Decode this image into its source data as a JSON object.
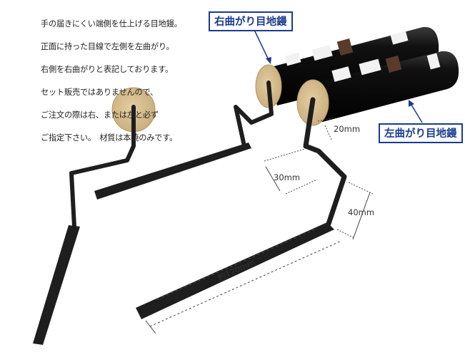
{
  "description": {
    "lines": [
      "手の届きにくい端側を仕上げる目地鏝。",
      "正面に持った目線で左側を左曲がり。",
      "右側を右曲がりと表記しております。",
      "セット販売ではありませんので、",
      "ご注文の際は右、または左と必ず",
      "ご指定下さい。　材質は本焼のみです。"
    ]
  },
  "labels": {
    "right_bend": "右曲がり目地鏝",
    "left_bend": "左曲がり目地鏝"
  },
  "dimensions": {
    "d20": "20mm",
    "d30": "30mm",
    "d40": "40mm",
    "d120": "約120mm"
  },
  "colors": {
    "label_border": "#1b3b8f",
    "label_text": "#1b3b8f",
    "steel": "#1e1e1e",
    "handle": "#0b0b0b",
    "wood": "#d8bf8f"
  }
}
